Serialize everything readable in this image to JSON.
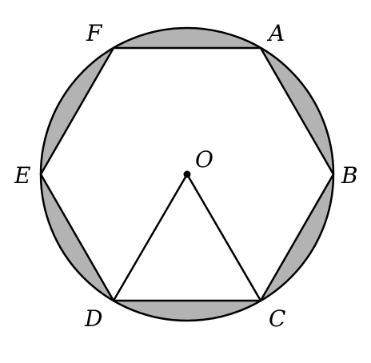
{
  "figure": {
    "colors": {
      "background": "#ffffff",
      "stroke": "#000000",
      "shaded": "#b3b3b3"
    },
    "labels": {
      "A": "A",
      "B": "B",
      "C": "C",
      "D": "D",
      "E": "E",
      "F": "F",
      "O": "O"
    }
  }
}
